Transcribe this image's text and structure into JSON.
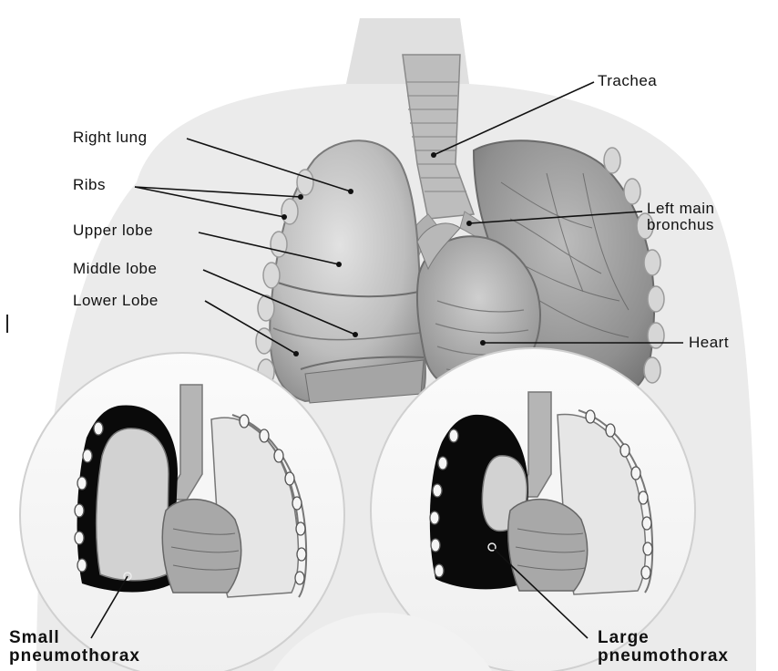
{
  "labels": {
    "right_lung": "Right lung",
    "ribs": "Ribs",
    "upper_lobe": "Upper lobe",
    "middle_lobe": "Middle lobe",
    "lower_lobe": "Lower Lobe",
    "trachea": "Trachea",
    "left_main_bronchus_line1": "Left main",
    "left_main_bronchus_line2": "bronchus",
    "heart": "Heart",
    "small_pneumothorax_line1": "Small",
    "small_pneumothorax_line2": "pneumothorax",
    "large_pneumothorax_line1": "Large",
    "large_pneumothorax_line2": "pneumothorax"
  },
  "colors": {
    "background": "#ffffff",
    "torso": "#e6e6e6",
    "lung_light": "#c9c9c9",
    "lung_dark": "#8c8c8c",
    "air_black": "#0a0a0a",
    "leader_line": "#111111"
  }
}
